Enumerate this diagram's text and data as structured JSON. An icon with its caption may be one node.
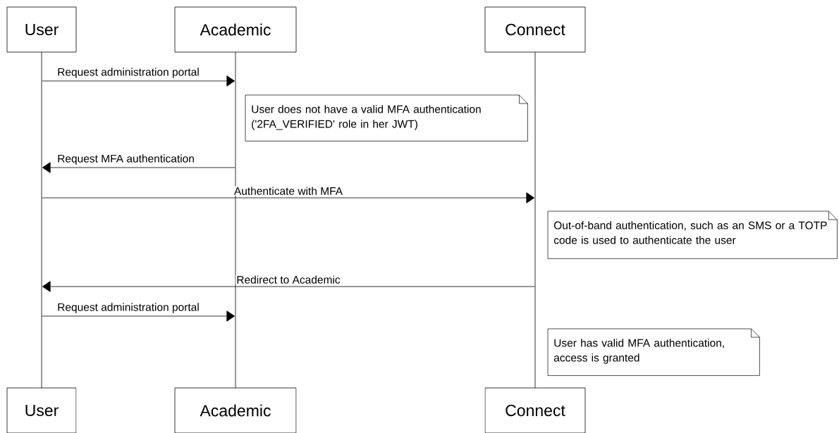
{
  "diagram": {
    "nodes": [
      {
        "text": [
          "User"
        ]
      },
      {
        "text": [
          "Academic"
        ]
      },
      {
        "text": [
          "Connect"
        ]
      },
      {
        "text": [],
        "shape": "line"
      },
      {
        "text": [],
        "shape": "line"
      },
      {
        "text": [],
        "shape": "line"
      },
      {
        "text": [
          "User"
        ]
      },
      {
        "text": [
          "Academic"
        ]
      },
      {
        "text": [
          "Connect"
        ]
      },
      {
        "text": [
          "User does not have a valid MFA authentication ('2FA_VERIFIED' role in her JWT)"
        ]
      },
      {
        "text": [
          "Out-of-band authentication, such as an SMS or a TOTP code is used to authenticate the user"
        ]
      },
      {
        "text": [
          "User has valid MFA authentication, access is granted"
        ]
      }
    ],
    "edges": [
      {
        "from": 3,
        "to": 4,
        "arrow": "to",
        "label": "Request administration portal"
      },
      {
        "from": 4,
        "to": 3,
        "arrow": "to",
        "label": "Request MFA authentication"
      },
      {
        "from": 3,
        "to": 5,
        "arrow": "to",
        "label": "Authenticate with MFA"
      },
      {
        "from": 5,
        "to": 3,
        "arrow": "to",
        "label": "Redirect to Academic"
      },
      {
        "from": 3,
        "to": 4,
        "arrow": "to",
        "label": "Request administration portal"
      }
    ]
  }
}
